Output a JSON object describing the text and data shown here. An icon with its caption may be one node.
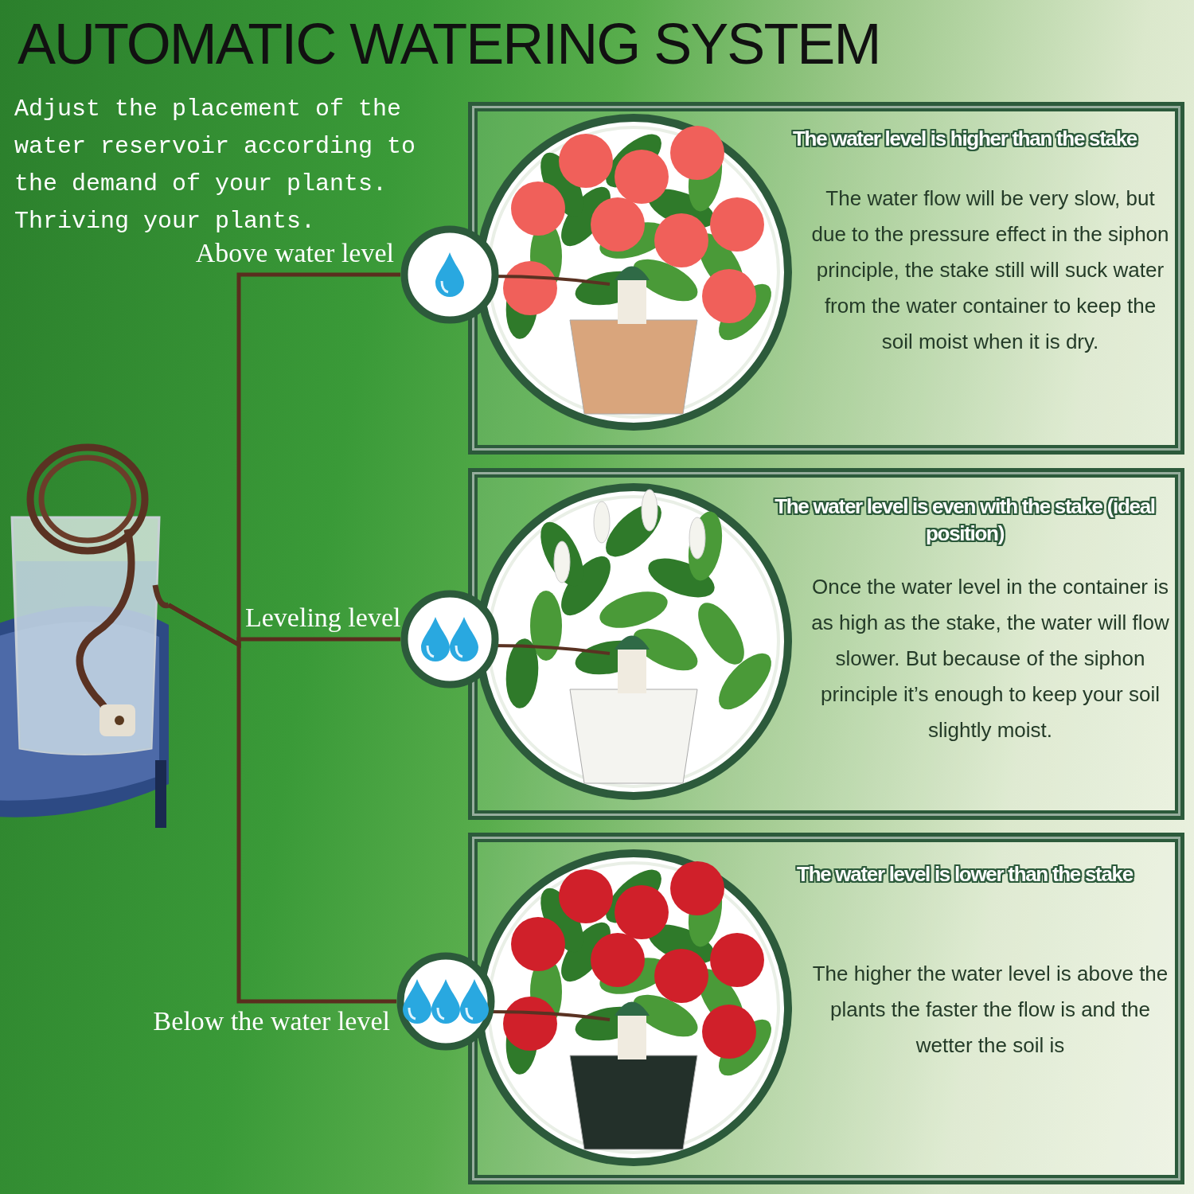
{
  "diagram": {
    "title": "AUTOMATIC WATERING SYSTEM",
    "nodes": [
      {
        "text": [],
        "shape": "picture"
      },
      {
        "text": [
          "The water level is higher than the stake",
          "The water flow will be very slow, but due to the pressure effect in the siphon principle, the stake still will suck water from the water container to keep the soil moist when it is dry."
        ]
      },
      {
        "text": [],
        "shape": "picture",
        "in": 1
      },
      {
        "text": [],
        "shape": "circle"
      },
      {
        "text": [
          "The water level is even with the stake (ideal position)",
          "Once the water level in the container is as high as the stake, the water will flow slower. But because of the siphon principle it’s enough to keep your soil slightly moist."
        ]
      },
      {
        "text": [],
        "shape": "picture",
        "in": 4
      },
      {
        "text": [],
        "shape": "circle"
      },
      {
        "text": [
          "The water level is lower than the stake",
          "The higher the water level is above the plants the faster the flow is and the wetter the soil is"
        ]
      },
      {
        "text": [],
        "shape": "picture",
        "in": 7
      },
      {
        "text": [],
        "shape": "circle"
      }
    ],
    "edges": [
      {
        "from": 0,
        "to": 3,
        "arrow": "none",
        "label": "Above water level"
      },
      {
        "from": 0,
        "to": 6,
        "arrow": "none",
        "label": "Leveling level"
      },
      {
        "from": 0,
        "to": 9,
        "arrow": "none",
        "label": "Below the water level"
      }
    ],
    "labels": [
      "Adjust the placement of the water reservoir according to the demand of your plants. Thriving your plants."
    ]
  }
}
